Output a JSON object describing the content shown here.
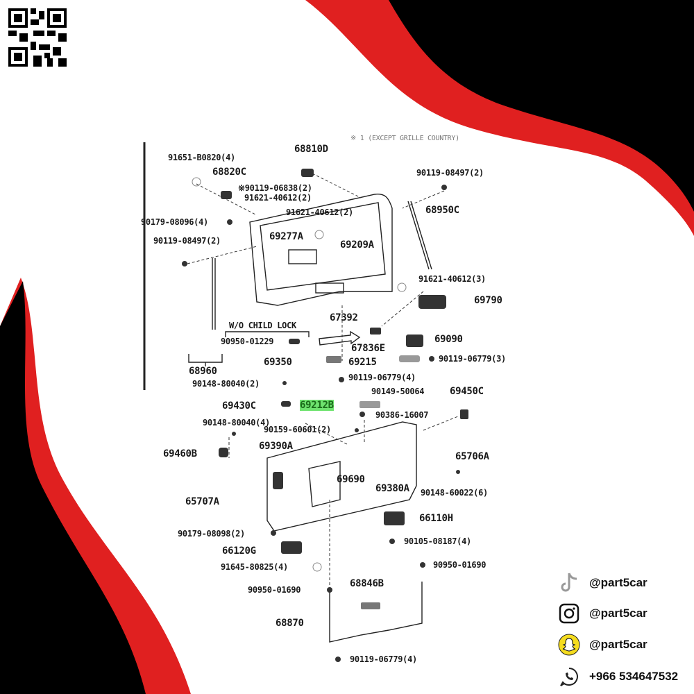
{
  "diagram": {
    "header_note": "※ 1 (EXCEPT GRILLE COUNTRY)",
    "section_label": "W/O CHILD LOCK",
    "highlight_color": "#6fe36f",
    "labels": [
      "91651-B0820(4)",
      "68810D",
      "68820C",
      "※90119-06838(2)",
      "91621-40612(2)",
      "90179-08096(4)",
      "91621-40612(2)",
      "90119-08497(2)",
      "69277A",
      "69209A",
      "90119-08497(2)",
      "68950C",
      "91621-40612(3)",
      "69790",
      "67392",
      "90950-01229",
      "69090",
      "67836E",
      "68960",
      "69350",
      "69215",
      "90119-06779(3)",
      "90119-06779(4)",
      "90148-80040(2)",
      "90149-50064",
      "69450C",
      "69430C",
      "69212B",
      "90386-16007",
      "90148-80040(4)",
      "90159-60601(2)",
      "69460B",
      "69390A",
      "65706A",
      "69690",
      "69380A",
      "90148-60022(6)",
      "65707A",
      "66110H",
      "90179-08098(2)",
      "90105-08187(4)",
      "66120G",
      "91645-80825(4)",
      "90950-01690",
      "68846B",
      "90950-01690",
      "68870",
      "90119-06779(4)"
    ]
  },
  "social": [
    {
      "icon": "tiktok-icon",
      "handle": "@part5car"
    },
    {
      "icon": "instagram-icon",
      "handle": "@part5car"
    },
    {
      "icon": "snapchat-icon",
      "handle": "@part5car"
    },
    {
      "icon": "whatsapp-icon",
      "handle": "+966 534647532"
    }
  ],
  "colors": {
    "red": "#e02020",
    "black": "#000000"
  }
}
